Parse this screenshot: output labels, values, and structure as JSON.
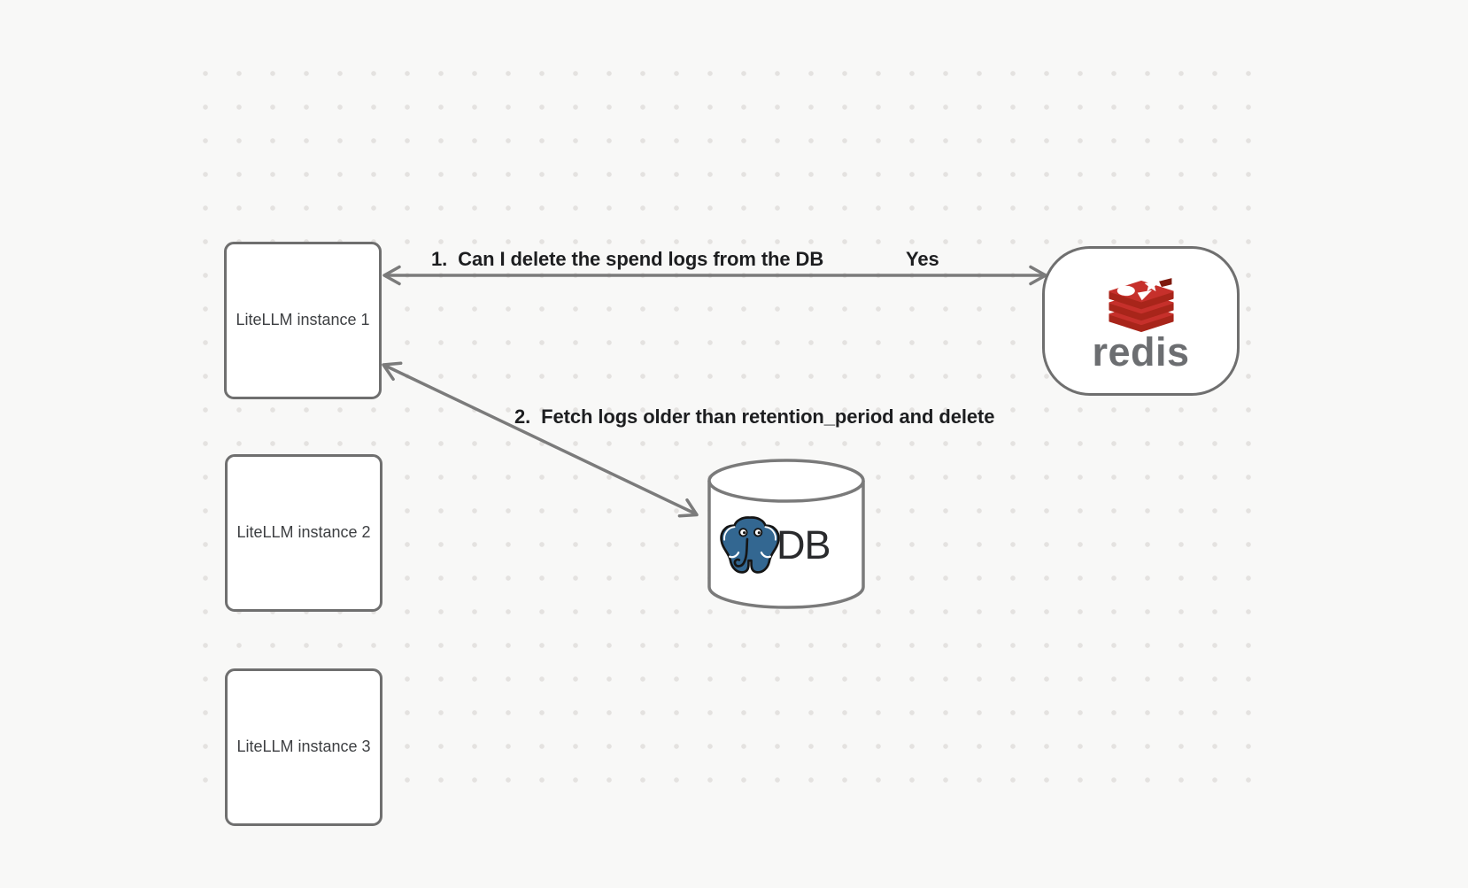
{
  "canvas": {
    "background_color": "#f8f8f7",
    "dot_color": "#e4e2e0"
  },
  "nodes": {
    "litellm_instance_1": {
      "label": "LiteLLM instance 1"
    },
    "litellm_instance_2": {
      "label": "LiteLLM instance 2"
    },
    "litellm_instance_3": {
      "label": "LiteLLM instance 3"
    },
    "redis": {
      "wordmark": "redis",
      "brand_red": "#c6302b",
      "brand_red_dark": "#a8251a",
      "wordmark_gray": "#6c6e71"
    },
    "database": {
      "label": "DB",
      "postgres_blue": "#336791",
      "outline_gray": "#7a7a7a"
    }
  },
  "edges": {
    "redis_query": {
      "label": "1.  Can I delete the spend logs from the DB",
      "response": "Yes"
    },
    "db_fetch": {
      "label": "2.  Fetch logs older than retention_period and delete"
    },
    "stroke_color": "#7b7b7b"
  }
}
